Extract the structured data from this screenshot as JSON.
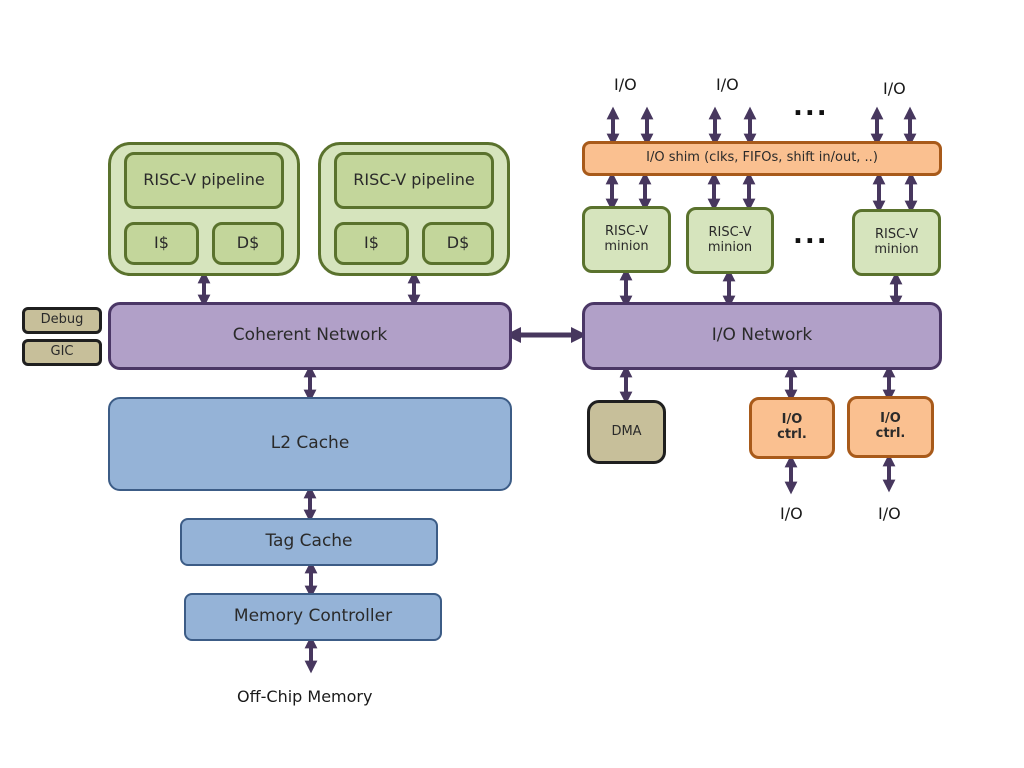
{
  "diagram": {
    "colors": {
      "arrow": "#47375e",
      "core_fill": "#d6e4bd",
      "core_inner_fill": "#c3d69b",
      "core_border": "#5a722d",
      "network_fill": "#b1a0c8",
      "network_border": "#4b3766",
      "memory_fill": "#95b3d7",
      "memory_border": "#3c5c86",
      "io_fill": "#fac090",
      "io_border": "#a85a1a",
      "aux_fill": "#c7bf9a"
    },
    "cores": [
      {
        "pipeline": "RISC-V pipeline",
        "icache": "I$",
        "dcache": "D$"
      },
      {
        "pipeline": "RISC-V pipeline",
        "icache": "I$",
        "dcache": "D$"
      }
    ],
    "side_blocks": {
      "debug": "Debug",
      "gic": "GIC"
    },
    "coherent_network": "Coherent Network",
    "l2_cache": "L2 Cache",
    "tag_cache": "Tag Cache",
    "memory_controller": "Memory Controller",
    "off_chip_memory": "Off-Chip Memory",
    "io_shim": "I/O shim (clks, FIFOs, shift in/out, ..)",
    "top_io_labels": [
      "I/O",
      "I/O",
      "I/O"
    ],
    "ellipsis": "...",
    "minions": [
      {
        "line1": "RISC-V",
        "line2": "minion"
      },
      {
        "line1": "RISC-V",
        "line2": "minion"
      },
      {
        "line1": "RISC-V",
        "line2": "minion"
      }
    ],
    "io_network": "I/O Network",
    "dma": "DMA",
    "io_ctrls": [
      {
        "line1": "I/O",
        "line2": "ctrl."
      },
      {
        "line1": "I/O",
        "line2": "ctrl."
      }
    ],
    "bottom_io_labels": [
      "I/O",
      "I/O"
    ]
  }
}
